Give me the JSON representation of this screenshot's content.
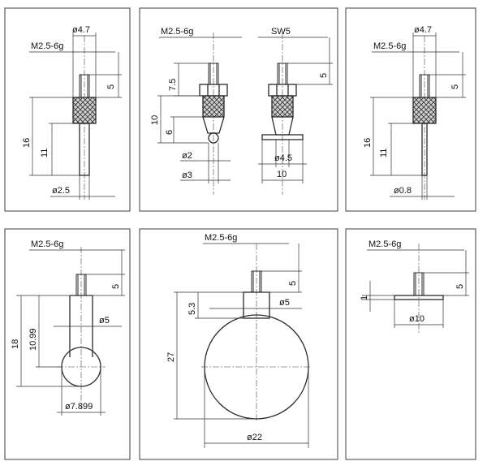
{
  "panels": [
    {
      "id": "p1",
      "labels": {
        "thread": "M2.5-6g",
        "head_dia": "ø4.7",
        "thread_len": "5",
        "total_len": "16",
        "shaft_len": "11",
        "tip_dia": "ø2.5"
      }
    },
    {
      "id": "p2",
      "labels": {
        "thread": "M2.5-6g",
        "wrench": "SW5",
        "hex_len": "7.5",
        "thread_len": "5",
        "total_len": "10",
        "cone_len": "6",
        "ball_dia": "ø2",
        "neck_dia": "ø3",
        "flat_dia": "ø4.5",
        "flat_width": "10"
      }
    },
    {
      "id": "p3",
      "labels": {
        "thread": "M2.5-6g",
        "head_dia": "ø4.7",
        "thread_len": "5",
        "total_len": "16",
        "shaft_len": "11",
        "tip_dia": "ø0.8"
      }
    },
    {
      "id": "p4",
      "labels": {
        "thread": "M2.5-6g",
        "thread_len": "5",
        "total_len": "18",
        "ball_center": "10.99",
        "shaft_dia": "ø5",
        "ball_dia": "ø7.899"
      }
    },
    {
      "id": "p5",
      "labels": {
        "thread": "M2.5-6g",
        "thread_len": "5",
        "collar_len": "5.3",
        "collar_dia": "ø5",
        "total_len": "27",
        "disc_dia": "ø22"
      }
    },
    {
      "id": "p6",
      "labels": {
        "thread": "M2.5-6g",
        "thread_len": "5",
        "plate_thk": "1",
        "plate_dia": "ø10"
      }
    }
  ],
  "colors": {
    "line": "#2a2a2a",
    "frame": "#3c3c3c",
    "knurl_fill": "#cccccc"
  }
}
